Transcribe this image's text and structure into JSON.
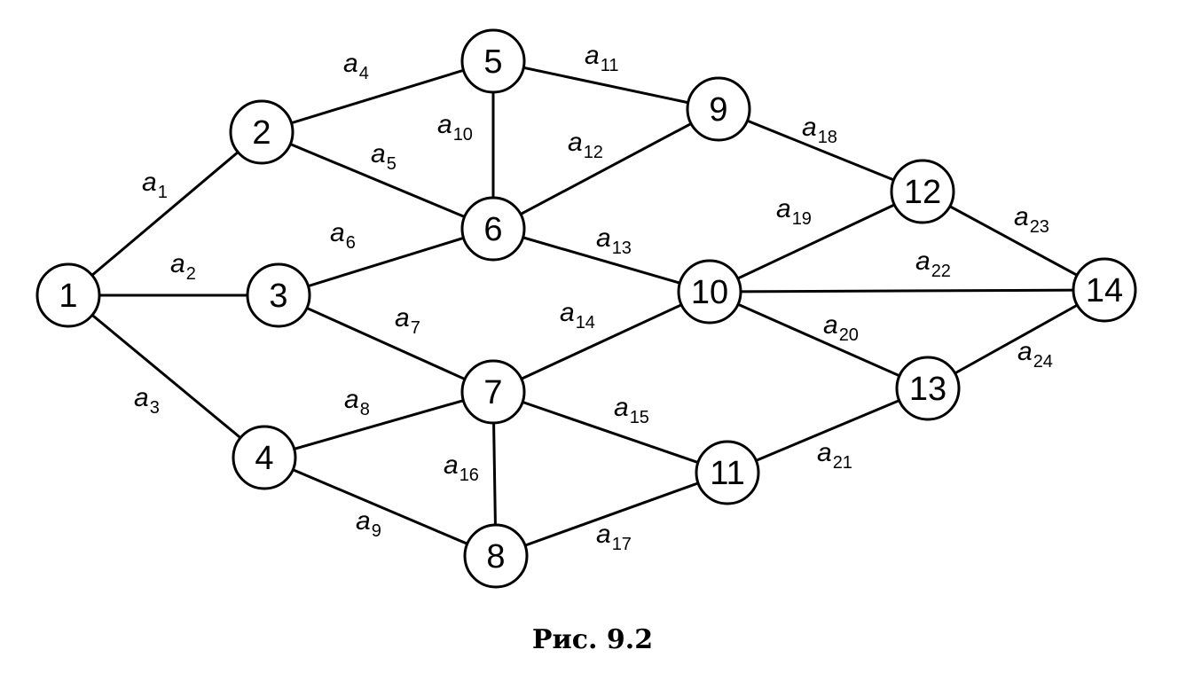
{
  "caption": "Рис. 9.2",
  "nodes": [
    {
      "id": "1",
      "label": "1"
    },
    {
      "id": "2",
      "label": "2"
    },
    {
      "id": "3",
      "label": "3"
    },
    {
      "id": "4",
      "label": "4"
    },
    {
      "id": "5",
      "label": "5"
    },
    {
      "id": "6",
      "label": "6"
    },
    {
      "id": "7",
      "label": "7"
    },
    {
      "id": "8",
      "label": "8"
    },
    {
      "id": "9",
      "label": "9"
    },
    {
      "id": "10",
      "label": "10"
    },
    {
      "id": "11",
      "label": "11"
    },
    {
      "id": "12",
      "label": "12"
    },
    {
      "id": "13",
      "label": "13"
    },
    {
      "id": "14",
      "label": "14"
    }
  ],
  "edges": [
    {
      "from": "1",
      "to": "2",
      "label": "a",
      "sub": "1"
    },
    {
      "from": "1",
      "to": "3",
      "label": "a",
      "sub": "2"
    },
    {
      "from": "1",
      "to": "4",
      "label": "a",
      "sub": "3"
    },
    {
      "from": "2",
      "to": "5",
      "label": "a",
      "sub": "4"
    },
    {
      "from": "2",
      "to": "6",
      "label": "a",
      "sub": "5"
    },
    {
      "from": "3",
      "to": "6",
      "label": "a",
      "sub": "6"
    },
    {
      "from": "3",
      "to": "7",
      "label": "a",
      "sub": "7"
    },
    {
      "from": "4",
      "to": "7",
      "label": "a",
      "sub": "8"
    },
    {
      "from": "4",
      "to": "8",
      "label": "a",
      "sub": "9"
    },
    {
      "from": "5",
      "to": "6",
      "label": "a",
      "sub": "10"
    },
    {
      "from": "5",
      "to": "9",
      "label": "a",
      "sub": "11"
    },
    {
      "from": "6",
      "to": "9",
      "label": "a",
      "sub": "12"
    },
    {
      "from": "6",
      "to": "10",
      "label": "a",
      "sub": "13"
    },
    {
      "from": "7",
      "to": "10",
      "label": "a",
      "sub": "14"
    },
    {
      "from": "7",
      "to": "11",
      "label": "a",
      "sub": "15"
    },
    {
      "from": "7",
      "to": "8",
      "label": "a",
      "sub": "16"
    },
    {
      "from": "8",
      "to": "11",
      "label": "a",
      "sub": "17"
    },
    {
      "from": "9",
      "to": "12",
      "label": "a",
      "sub": "18"
    },
    {
      "from": "10",
      "to": "12",
      "label": "a",
      "sub": "19"
    },
    {
      "from": "10",
      "to": "13",
      "label": "a",
      "sub": "20"
    },
    {
      "from": "11",
      "to": "13",
      "label": "a",
      "sub": "21"
    },
    {
      "from": "10",
      "to": "14",
      "label": "a",
      "sub": "22"
    },
    {
      "from": "12",
      "to": "14",
      "label": "a",
      "sub": "23"
    },
    {
      "from": "13",
      "to": "14",
      "label": "a",
      "sub": "24"
    }
  ]
}
